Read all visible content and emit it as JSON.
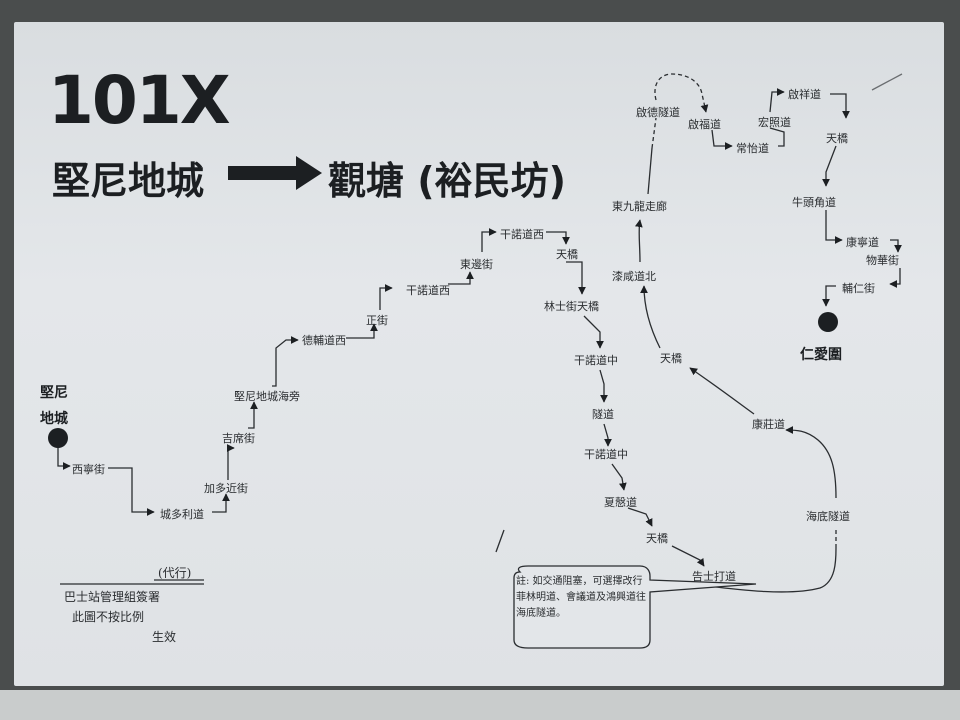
{
  "route_number": "101X",
  "header": {
    "origin": "堅尼地城",
    "destination": "觀塘 (裕民坊)"
  },
  "start_terminus": {
    "line1": "堅尼",
    "line2": "地城"
  },
  "end_terminus": "仁愛圍",
  "stops": {
    "s1": "西寧街",
    "s2": "城多利道",
    "s3": "加多近街",
    "s4": "吉席街",
    "s5": "堅尼地城海旁",
    "s6": "德輔道西",
    "s7": "正街",
    "s8": "干諾道西",
    "s9": "東邊街",
    "s10": "干諾道西",
    "s11": "天橋",
    "s12": "林士街天橋",
    "s13": "干諾道中",
    "s14": "隧道",
    "s15": "干諾道中",
    "s16": "夏慤道",
    "s17": "天橋",
    "s18": "告士打道",
    "s19": "海底隧道",
    "s20": "康莊道",
    "s21": "天橋",
    "s22": "漆咸道北",
    "s23": "東九龍走廊",
    "s24": "啟德隧道",
    "s25": "啟福道",
    "s26": "常怡道",
    "s27": "宏照道",
    "s28": "啟祥道",
    "s29": "天橋",
    "s30": "牛頭角道",
    "s31": "康寧道",
    "s32": "物華街",
    "s33": "輔仁街"
  },
  "note_text": "註: 如交通阻塞，可選擇改行菲林明道、會議道及鴻興道往海底隧道。",
  "footer": {
    "acting": "(代行)",
    "department": "巴士站管理組簽署",
    "not_to_scale": "此圖不按比例",
    "effective": "生效"
  },
  "colors": {
    "ink": "#1c1f22",
    "line": "#2a2d30",
    "paper": "#e1e4e7"
  }
}
